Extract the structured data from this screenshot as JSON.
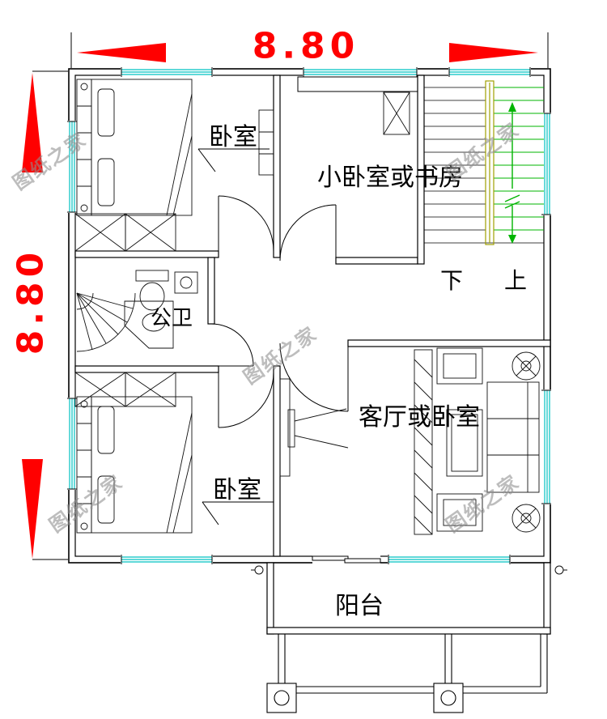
{
  "colors": {
    "dimension_red": "#ff0000",
    "wall_black": "#000000",
    "window_cyan": "#00c2c2",
    "stair_green": "#00b400",
    "rail_yellow": "#a0a000",
    "watermark_gray": "#8f8f8f"
  },
  "dimensions": {
    "top_width": "8.80",
    "left_height": "8.80"
  },
  "labels": {
    "bedroom_top": "卧室",
    "small_bedroom_or_study": "小卧室或书房",
    "stair_down": "下",
    "stair_up": "上",
    "bathroom": "公卫",
    "bedroom_bottom": "卧室",
    "living_or_bedroom": "客厅或卧室",
    "balcony": "阳台"
  },
  "watermark": {
    "text": "图纸之家"
  }
}
